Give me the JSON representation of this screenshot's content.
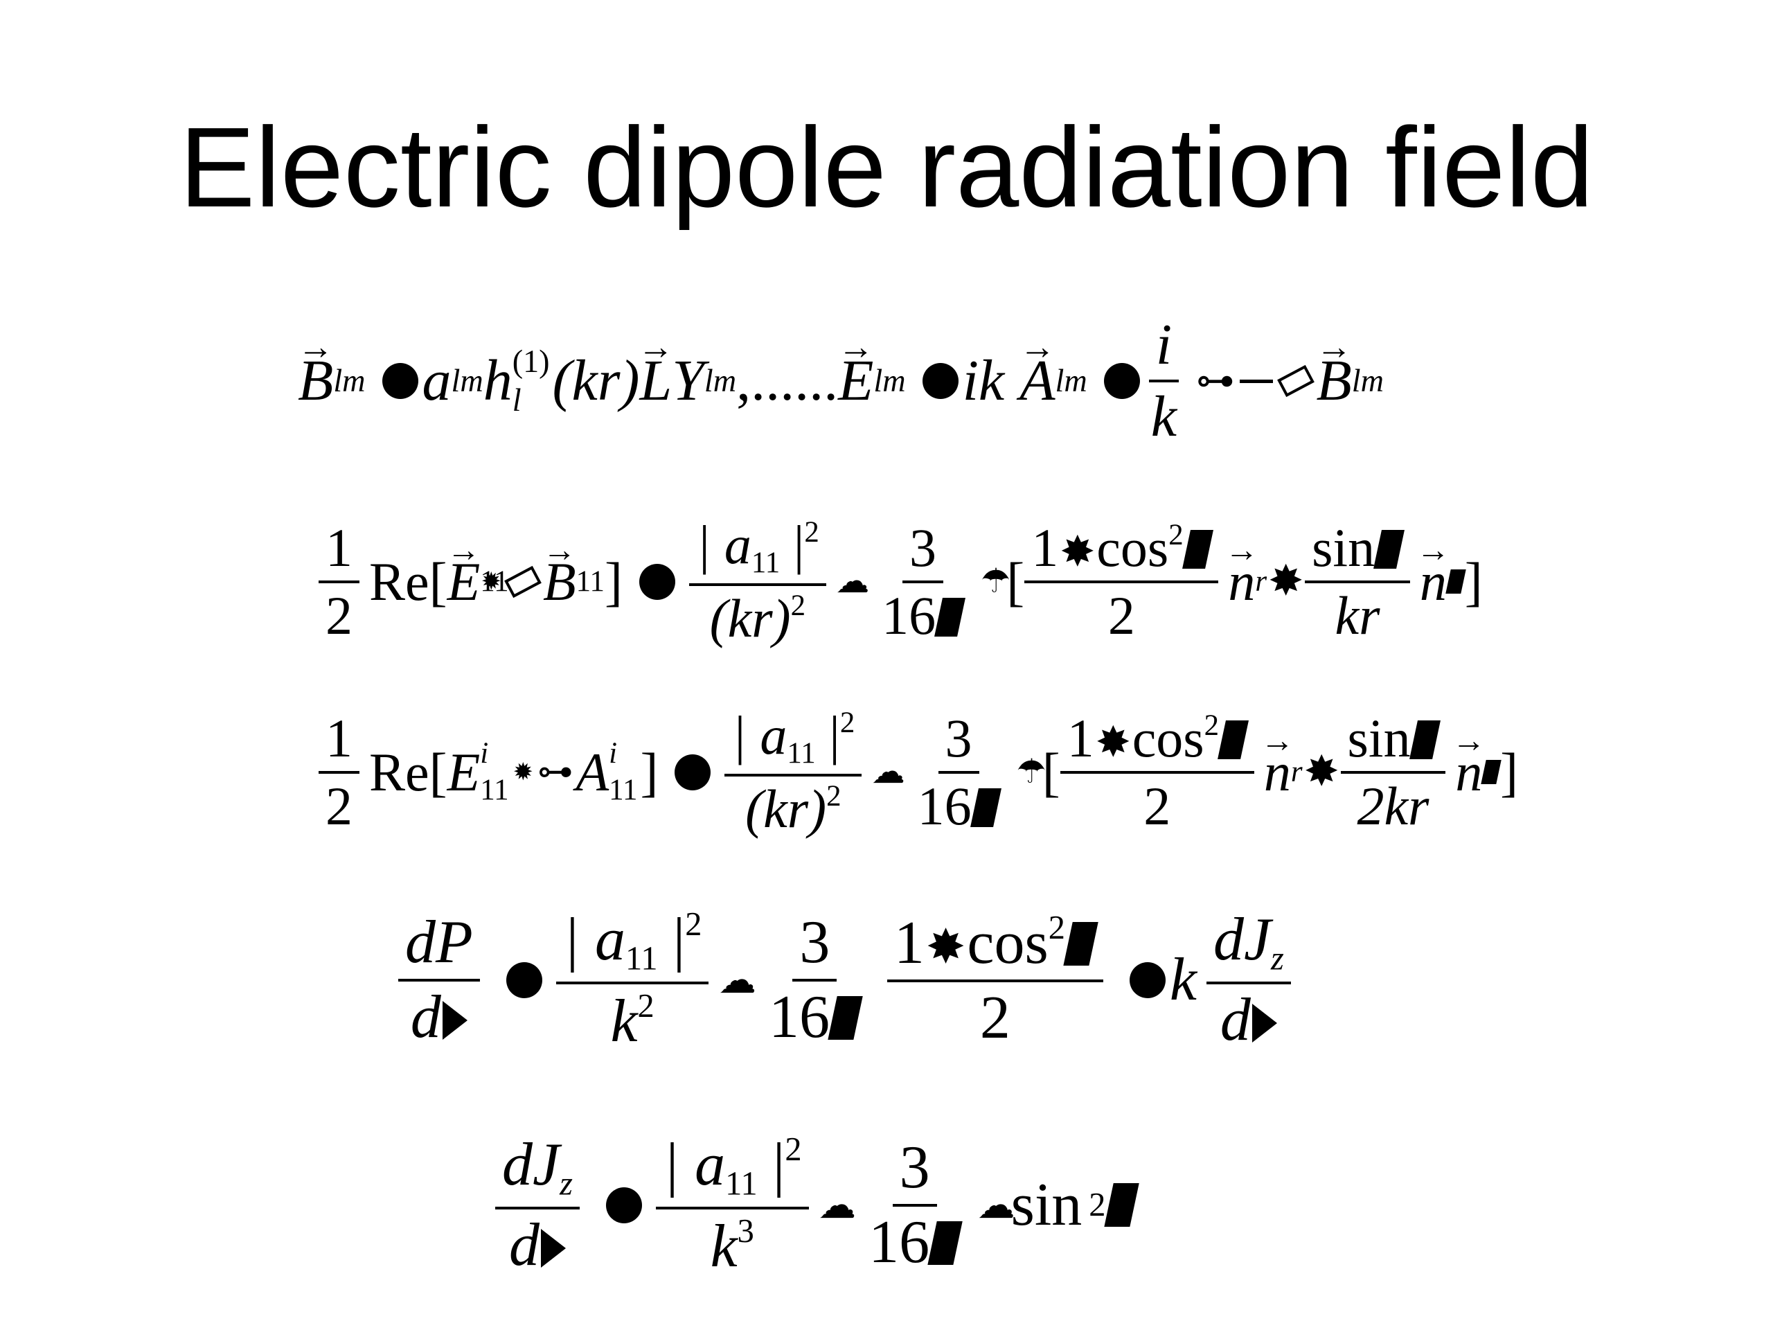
{
  "title": "Electric dipole radiation field",
  "eq1": {
    "B": "B",
    "lm": "lm",
    "a": "a",
    "h": "h",
    "h_sup": "(1)",
    "h_sub": "l",
    "kr": "(kr)",
    "L": "L",
    "Y": "Y",
    "sep": ",......",
    "E": "E",
    "ik": "ik",
    "A": "A",
    "i": "i",
    "k": "k"
  },
  "eq2": {
    "half_num": "1",
    "half_den": "2",
    "re": "Re[",
    "E": "E",
    "B": "B",
    "sub11": "11",
    "close": "]",
    "abs": "| a",
    "sq": "2",
    "kr2": "(kr)",
    "three": "3",
    "sixteen": "16",
    "open_br": "[",
    "one": "1",
    "cos": "cos",
    "two": "2",
    "n": "n",
    "r": "r",
    "sin": "sin",
    "kr": "kr"
  },
  "eq3": {
    "half_num": "1",
    "half_den": "2",
    "re": "Re[",
    "E": "E",
    "A": "A",
    "sup_i": "i",
    "sub11": "11",
    "close": "]",
    "abs": "| a",
    "sq": "2",
    "kr2": "(kr)",
    "three": "3",
    "sixteen": "16",
    "open_br": "[",
    "one": "1",
    "cos": "cos",
    "two": "2",
    "n": "n",
    "r": "r",
    "sin": "sin",
    "twokr": "2kr"
  },
  "eq4": {
    "dP": "dP",
    "d": "d",
    "abs": "| a",
    "sub11": "11",
    "sq": "2",
    "k": "k",
    "three": "3",
    "sixteen": "16",
    "one": "1",
    "cos": "cos",
    "two": "2",
    "dJ": "dJ",
    "z": "z"
  },
  "eq5": {
    "dJ": "dJ",
    "z": "z",
    "d": "d",
    "abs": "| a",
    "sub11": "11",
    "sq": "2",
    "k": "k",
    "cube": "3",
    "three": "3",
    "sixteen": "16",
    "sin": "sin",
    "two": "2"
  }
}
